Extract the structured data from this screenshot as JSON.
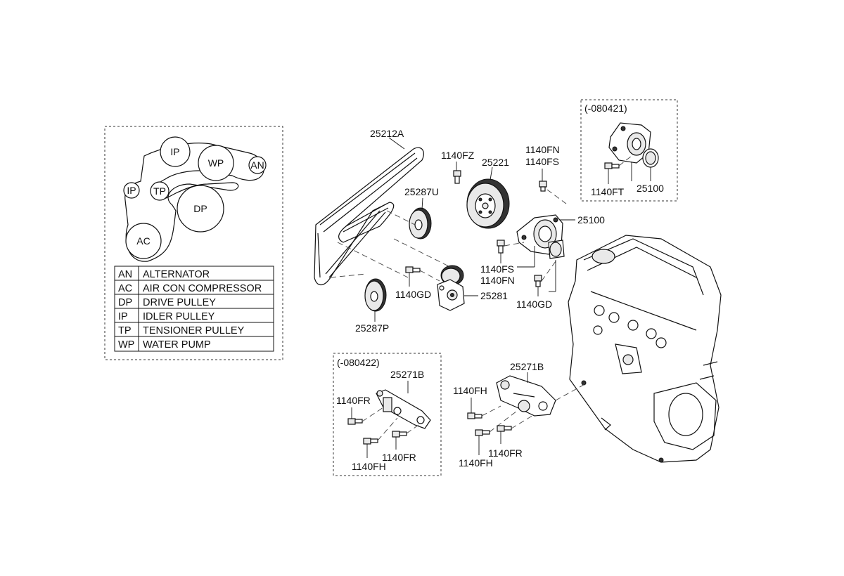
{
  "legend": {
    "pulleys": {
      "ip_top": "IP",
      "wp": "WP",
      "an": "AN",
      "ip_left": "IP",
      "tp": "TP",
      "dp": "DP",
      "ac": "AC"
    },
    "rows": [
      {
        "code": "AN",
        "name": "ALTERNATOR"
      },
      {
        "code": "AC",
        "name": "AIR CON COMPRESSOR"
      },
      {
        "code": "DP",
        "name": "DRIVE PULLEY"
      },
      {
        "code": "IP",
        "name": "IDLER PULLEY"
      },
      {
        "code": "TP",
        "name": "TENSIONER PULLEY"
      },
      {
        "code": "WP",
        "name": "WATER PUMP"
      }
    ]
  },
  "labels": {
    "belt": "25212A",
    "idler_upper": "25287U",
    "idler_lower": "25287P",
    "bolt_1140fz": "1140FZ",
    "pulley": "25221",
    "bolt_1140fn_top": "1140FN",
    "bolt_1140fs_top": "1140FS",
    "water_pump": "25100",
    "bolt_1140fs_mid": "1140FS",
    "bolt_1140fn_mid": "1140FN",
    "bolt_1140gd_left": "1140GD",
    "tensioner": "25281",
    "bolt_1140gd_right": "1140GD",
    "bracket_main": "25271B",
    "bolt_1140fh_a": "1140FH",
    "bolt_1140fh_b": "1140FH",
    "bolt_1140fr_a": "1140FR"
  },
  "inset_top": {
    "date": "(-080421)",
    "bolt": "1140FT",
    "part": "25100"
  },
  "inset_bottom": {
    "date": "(-080422)",
    "bracket": "25271B",
    "bolt_fr_1": "1140FR",
    "bolt_fr_2": "1140FR",
    "bolt_fh": "1140FH"
  }
}
